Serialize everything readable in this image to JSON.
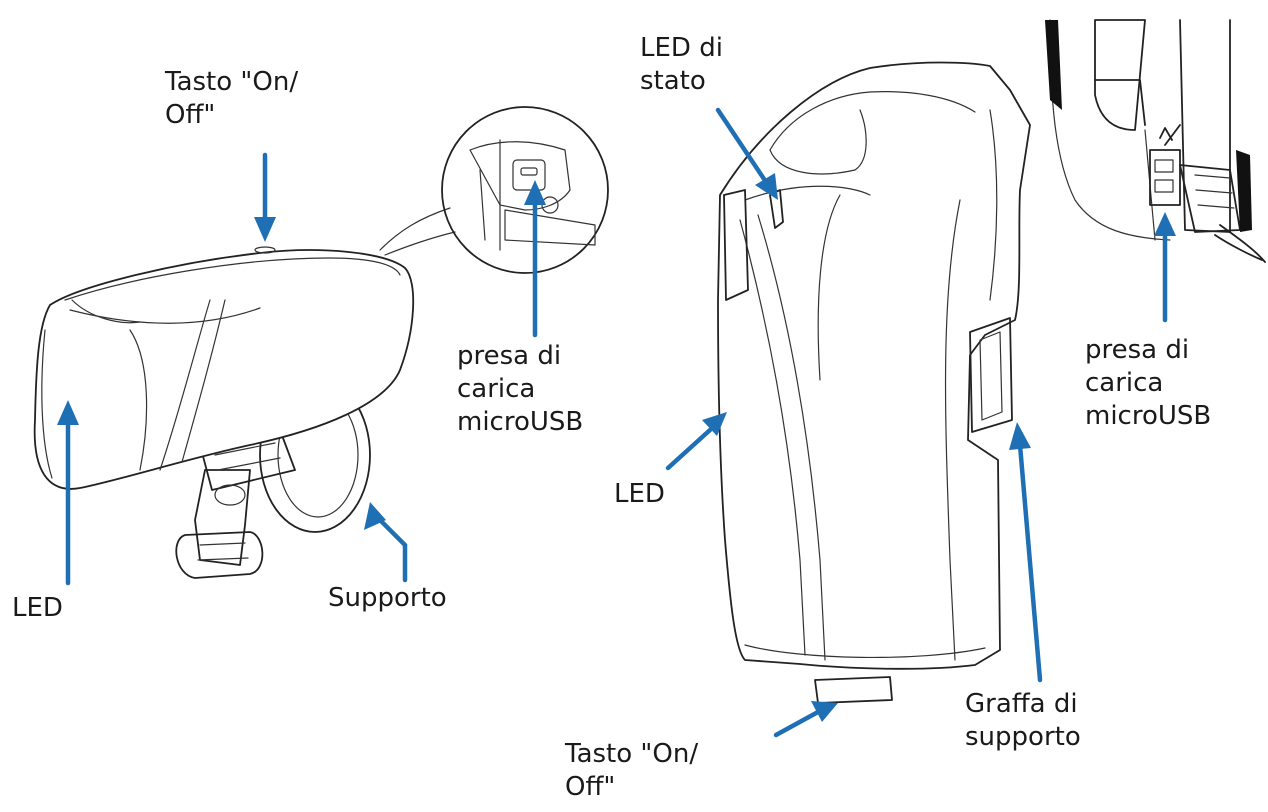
{
  "labels": {
    "left_power_button": "Tasto \"On/\nOff\"",
    "left_led": "LED",
    "left_mount": "Supporto",
    "left_usb_port": "presa di\ncarica\nmicroUSB",
    "right_status_led": "LED di\nstato",
    "right_led": "LED",
    "right_power_button": "Tasto \"On/\nOff\"",
    "right_clip": "Graffa di\nsupporto",
    "right_usb_port": "presa di\ncarica\nmicroUSB"
  },
  "colors": {
    "arrow": "#1f6fb5",
    "line_art": "#222222",
    "background": "#ffffff"
  }
}
